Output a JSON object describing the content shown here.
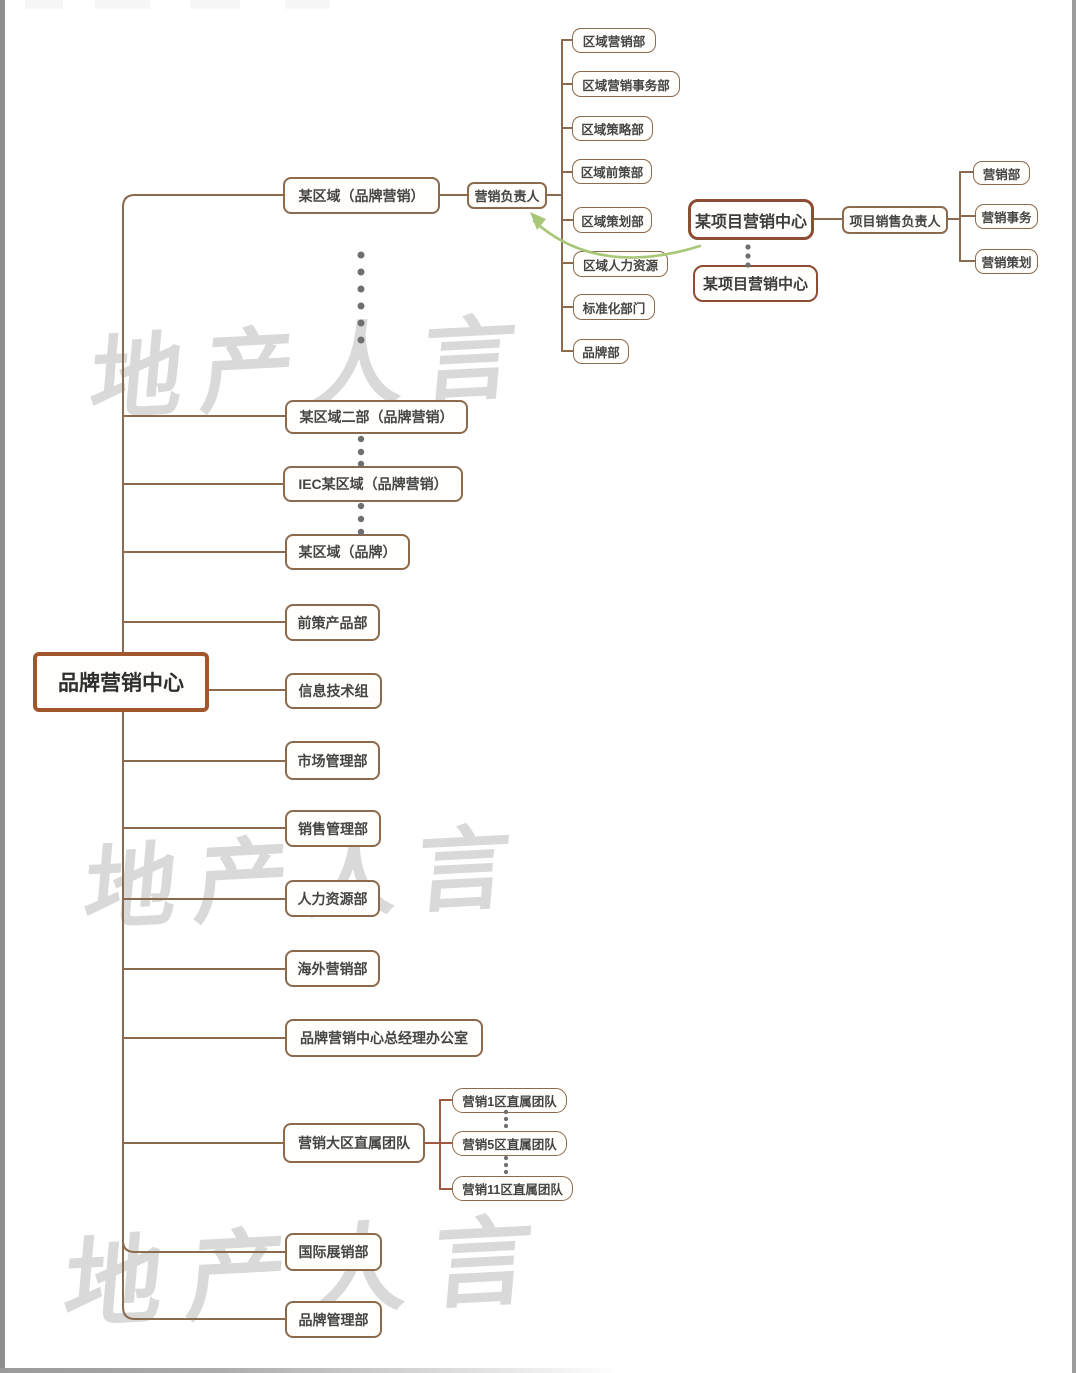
{
  "watermark_text": "地产人言",
  "root_label": "品牌营销中心",
  "branches": {
    "region_brand_marketing": "某区域（品牌营销）",
    "region_dept2": "某区域二部（品牌营销）",
    "iec_region": "IEC某区域（品牌营销）",
    "region_brand": "某区域（品牌）",
    "pre_planning_product": "前策产品部",
    "it_group": "信息技术组",
    "market_mgmt": "市场管理部",
    "sales_mgmt": "销售管理部",
    "hr_dept": "人力资源部",
    "overseas_marketing": "海外营销部",
    "gm_office": "品牌营销中心总经理办公室",
    "region_teams": "营销大区直属团队",
    "intl_exhibition": "国际展销部",
    "brand_mgmt": "品牌管理部"
  },
  "region_cluster": {
    "head": "营销负责人",
    "departments": {
      "marketing": "区域营销部",
      "marketing_affairs": "区域营销事务部",
      "strategy": "区域策略部",
      "pre_planning": "区域前策部",
      "planning": "区域策划部",
      "hr": "区域人力资源",
      "standardization": "标准化部门",
      "brand": "品牌部"
    }
  },
  "project_cluster": {
    "center_1": "某项目营销中心",
    "center_2": "某项目营销中心",
    "sales_head": "项目销售负责人",
    "departments": {
      "marketing": "营销部",
      "marketing_affairs": "营销事务",
      "marketing_planning": "营销策划"
    }
  },
  "team_cluster": {
    "team_1": "营销1区直属团队",
    "team_5": "营销5区直属团队",
    "team_11": "营销11区直属团队"
  },
  "colors": {
    "box_border": "#8b6a4d",
    "accent_box_border": "#8f4c35",
    "root_border": "#a2562c",
    "connector": "#8b6a4d",
    "team_connector": "#9c5a40",
    "arrow_green": "#a8c878",
    "watermark": "#d9d9d9"
  }
}
